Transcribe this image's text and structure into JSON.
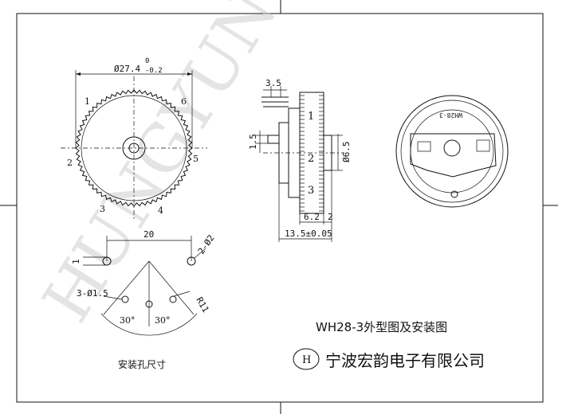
{
  "watermark": "HUNGYUN",
  "front_view": {
    "diameter_label": "Ø27.4",
    "tol_upper": "0",
    "tol_lower": "-0.2",
    "pins": [
      "1",
      "2",
      "3",
      "4",
      "5",
      "6"
    ]
  },
  "side_view": {
    "dim_top": "3.5",
    "dim_left": "1.5",
    "dim_right": "Ø6.5",
    "positions": [
      "1",
      "2",
      "3"
    ],
    "dim_6_2": "6.2",
    "dim_2": "2",
    "dim_total": "13.5±0.05"
  },
  "rear_view": {
    "mark": "WH28-3"
  },
  "mount_holes": {
    "width": "20",
    "offset": "1",
    "pin_holes": "2-Ø2",
    "small_holes": "3-Ø1.5",
    "radius": "R11",
    "angle_left": "30°",
    "angle_right": "30°",
    "caption": "安装孔尺寸"
  },
  "title_block": {
    "drawing_title": "WH28-3外型图及安装图",
    "logo_letter": "H",
    "company": "宁波宏韵电子有限公司"
  }
}
